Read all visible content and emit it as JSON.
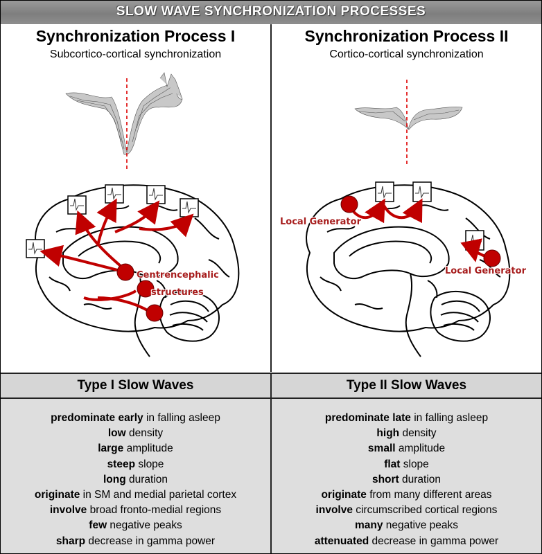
{
  "header": {
    "title": "SLOW WAVE SYNCHRONIZATION PROCESSES"
  },
  "colors": {
    "accent_red": "#a71d1d",
    "dot_red": "#c00000",
    "header_gray": "#8a8a8a",
    "panel_gray": "#dedede"
  },
  "left": {
    "title": "Synchronization Process I",
    "subtitle": "Subcortico-cortical synchronization",
    "annotation_line1": "Centrencephalic",
    "annotation_line2": "structures",
    "type_label": "Type I Slow Waves",
    "properties": [
      {
        "bold": "predominate early",
        "rest": " in falling asleep"
      },
      {
        "bold": "low",
        "rest": " density"
      },
      {
        "bold": "large",
        "rest": " amplitude"
      },
      {
        "bold": "steep",
        "rest": " slope"
      },
      {
        "bold": "long",
        "rest": " duration"
      },
      {
        "bold": "originate",
        "rest": " in SM and medial parietal cortex"
      },
      {
        "bold": "involve",
        "rest": " broad fronto-medial regions"
      },
      {
        "bold": "few",
        "rest": " negative peaks"
      },
      {
        "bold": "sharp",
        "rest": " decrease in gamma power"
      }
    ]
  },
  "right": {
    "title": "Synchronization Process II",
    "subtitle": "Cortico-cortical synchronization",
    "annotation_a": "Local Generator",
    "annotation_b": "Local Generator",
    "type_label": "Type II Slow Waves",
    "properties": [
      {
        "bold": "predominate late",
        "rest": " in falling asleep"
      },
      {
        "bold": "high",
        "rest": " density"
      },
      {
        "bold": "small",
        "rest": " amplitude"
      },
      {
        "bold": "flat",
        "rest": " slope"
      },
      {
        "bold": "short",
        "rest": " duration"
      },
      {
        "bold": "originate",
        "rest": " from many different areas"
      },
      {
        "bold": "involve",
        "rest": " circumscribed cortical regions"
      },
      {
        "bold": "many",
        "rest": " negative peaks"
      },
      {
        "bold": "attenuated",
        "rest": " decrease in gamma power"
      }
    ]
  }
}
